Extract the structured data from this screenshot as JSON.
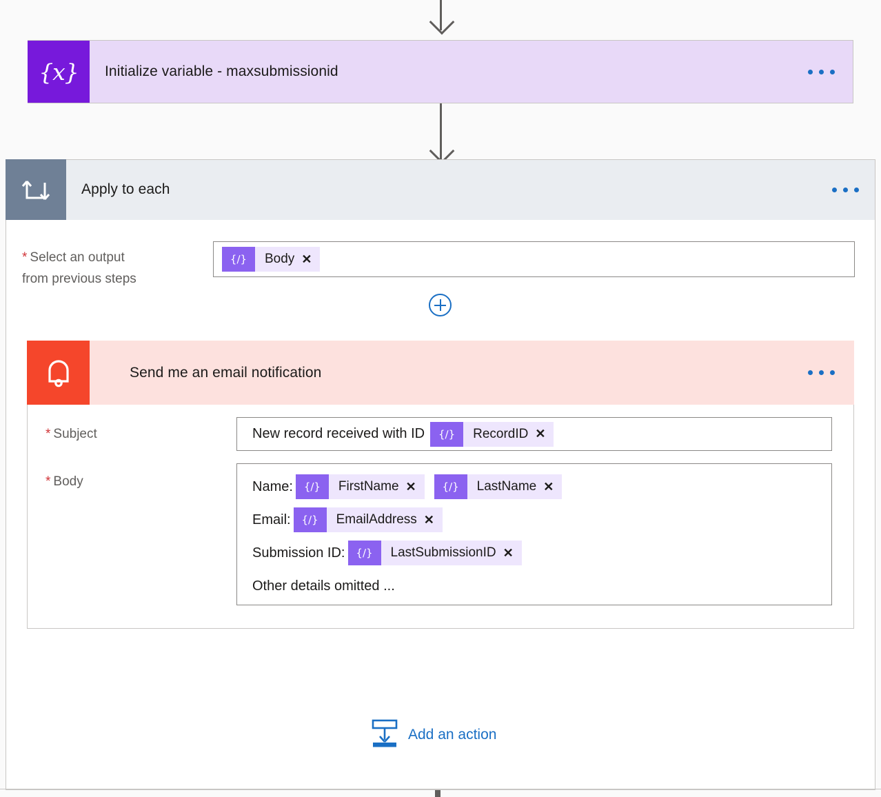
{
  "flow": {
    "steps": [
      {
        "id": "init-variable",
        "icon": "variable-braces-icon",
        "icon_glyph": "{x}",
        "title": "Initialize variable - maxsubmissionid",
        "overflow_label": "More commands",
        "header_bg": "#e8d9f8",
        "icon_bg": "#7719db"
      },
      {
        "id": "apply-to-each",
        "icon": "loop-repeat-icon",
        "title": "Apply to each",
        "overflow_label": "More commands",
        "header_bg": "#eaedf1",
        "icon_bg": "#6f8096",
        "fields": [
          {
            "required": true,
            "label_line_1": "Select an output",
            "label_line_2": "from previous steps",
            "tokens": [
              {
                "label": "Body",
                "icon_glyph": "{∕}",
                "remove_label": "✕"
              }
            ],
            "add_token_label": "+"
          }
        ]
      },
      {
        "id": "send-email-notification",
        "icon": "bell-notification-icon",
        "title": "Send me an email notification",
        "overflow_label": "More commands",
        "header_bg": "#fde1de",
        "icon_bg": "#f5462b",
        "fields": [
          {
            "required": true,
            "label": "Subject",
            "text_before": "New record received with ID",
            "tokens": [
              {
                "label": "RecordID",
                "icon_glyph": "{∕}",
                "remove_label": "✕"
              }
            ]
          },
          {
            "required": true,
            "label": "Body",
            "lines": [
              {
                "lead": "Name:",
                "tokens": [
                  {
                    "label": "FirstName",
                    "icon_glyph": "{∕}",
                    "remove_label": "✕"
                  },
                  {
                    "label": "LastName",
                    "icon_glyph": "{∕}",
                    "remove_label": "✕"
                  }
                ]
              },
              {
                "lead": "Email:",
                "tokens": [
                  {
                    "label": "EmailAddress",
                    "icon_glyph": "{∕}",
                    "remove_label": "✕"
                  }
                ]
              },
              {
                "lead": "Submission ID:",
                "tokens": [
                  {
                    "label": "LastSubmissionID",
                    "icon_glyph": "{∕}",
                    "remove_label": "✕"
                  }
                ]
              },
              {
                "lead": "Other details omitted ...",
                "tokens": []
              }
            ]
          }
        ]
      }
    ],
    "add_action": {
      "label": "Add an action",
      "icon": "add-action-icon",
      "color": "#1a6fc4"
    }
  },
  "colors": {
    "canvas_bg": "#fafafa",
    "accent_blue": "#1a6fc4",
    "required_red": "#d13438",
    "token_chip_bg": "#eee6fd",
    "token_icon_bg": "#8b62f0",
    "connector": "#605e5c"
  }
}
